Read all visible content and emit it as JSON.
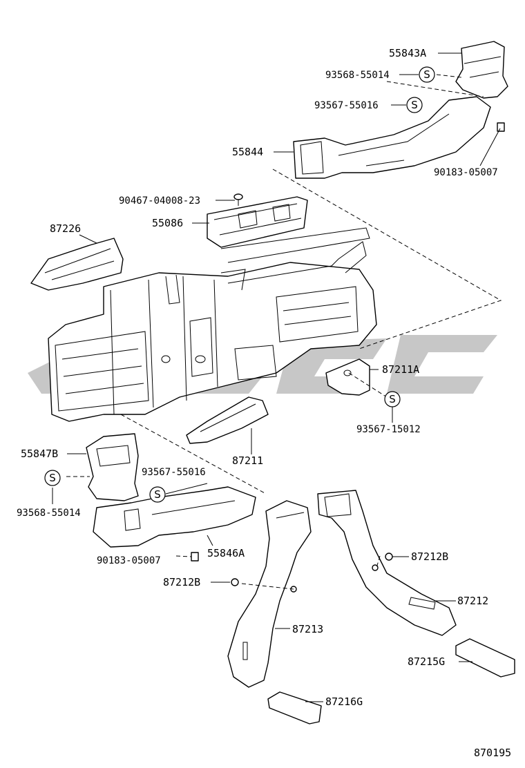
{
  "drawing_code": "870195",
  "seal_symbol": "S",
  "callouts": [
    {
      "id": "c1",
      "text": "55843A"
    },
    {
      "id": "c2",
      "text": "93568-55014"
    },
    {
      "id": "c3",
      "text": "93567-55016"
    },
    {
      "id": "c4",
      "text": "55844"
    },
    {
      "id": "c5",
      "text": "90183-05007"
    },
    {
      "id": "c6",
      "text": "90467-04008-23"
    },
    {
      "id": "c7",
      "text": "87226"
    },
    {
      "id": "c8",
      "text": "55086"
    },
    {
      "id": "c9",
      "text": "87211A"
    },
    {
      "id": "c10",
      "text": "93567-15012"
    },
    {
      "id": "c11",
      "text": "87211"
    },
    {
      "id": "c12",
      "text": "55847B"
    },
    {
      "id": "c13",
      "text": "93567-55016"
    },
    {
      "id": "c14",
      "text": "93568-55014"
    },
    {
      "id": "c15",
      "text": "90183-05007"
    },
    {
      "id": "c16",
      "text": "55846A"
    },
    {
      "id": "c17",
      "text": "87212B"
    },
    {
      "id": "c18",
      "text": "87212B"
    },
    {
      "id": "c19",
      "text": "87212"
    },
    {
      "id": "c20",
      "text": "87213"
    },
    {
      "id": "c21",
      "text": "87215G"
    },
    {
      "id": "c22",
      "text": "87216G"
    }
  ]
}
